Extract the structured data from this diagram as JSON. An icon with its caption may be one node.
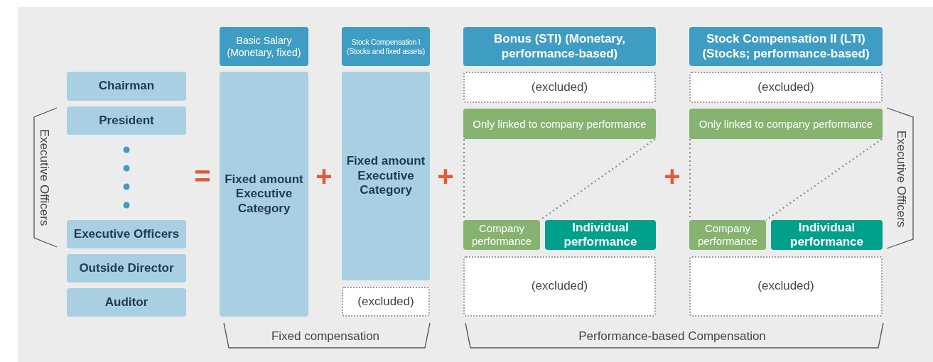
{
  "diagram": {
    "nodes": [
      {
        "text": [
          "Chairman"
        ]
      },
      {
        "text": [
          "President"
        ]
      },
      {
        "text": [
          "Executive Officers"
        ]
      },
      {
        "text": [
          "Outside Director"
        ]
      },
      {
        "text": [
          "Auditor"
        ]
      },
      {
        "text": [
          "Basic Salary (Monetary, fixed)"
        ]
      },
      {
        "text": [
          "Fixed amount Executive Category"
        ]
      },
      {
        "text": [
          "Stock Compensation I (Stocks and fixed assets)"
        ]
      },
      {
        "text": [
          "Fixed amount Executive Category"
        ]
      },
      {
        "text": [
          "(excluded)"
        ]
      },
      {
        "text": [
          "Bonus (STI) (Monetary, performance-based)"
        ]
      },
      {
        "text": [
          "(excluded)"
        ]
      },
      {
        "text": [
          "Only linked to company performance"
        ]
      },
      {
        "text": [
          "Company performance"
        ]
      },
      {
        "text": [
          "Individual performance"
        ]
      },
      {
        "text": [
          "(excluded)"
        ]
      },
      {
        "text": [
          "Stock Compensation II (LTI) (Stocks; performance-based)"
        ]
      },
      {
        "text": [
          "(excluded)"
        ]
      },
      {
        "text": [
          "Only linked to company performance"
        ]
      },
      {
        "text": [
          "Company performance"
        ]
      },
      {
        "text": [
          "Individual performance"
        ]
      },
      {
        "text": [
          "(excluded)"
        ]
      }
    ],
    "edges": [
      {
        "from": 12,
        "to": 13,
        "arrow": "none",
        "style": "dashed"
      },
      {
        "from": 12,
        "to": 13,
        "arrow": "none",
        "style": "dashed"
      },
      {
        "from": 18,
        "to": 19,
        "arrow": "none",
        "style": "dashed"
      },
      {
        "from": 18,
        "to": 19,
        "arrow": "none",
        "style": "dashed"
      }
    ],
    "labels": [
      "Executive Officers",
      "=",
      "+",
      "+",
      "+",
      "Executive Officers",
      "Fixed compensation",
      "Performance-based Compensation"
    ]
  }
}
